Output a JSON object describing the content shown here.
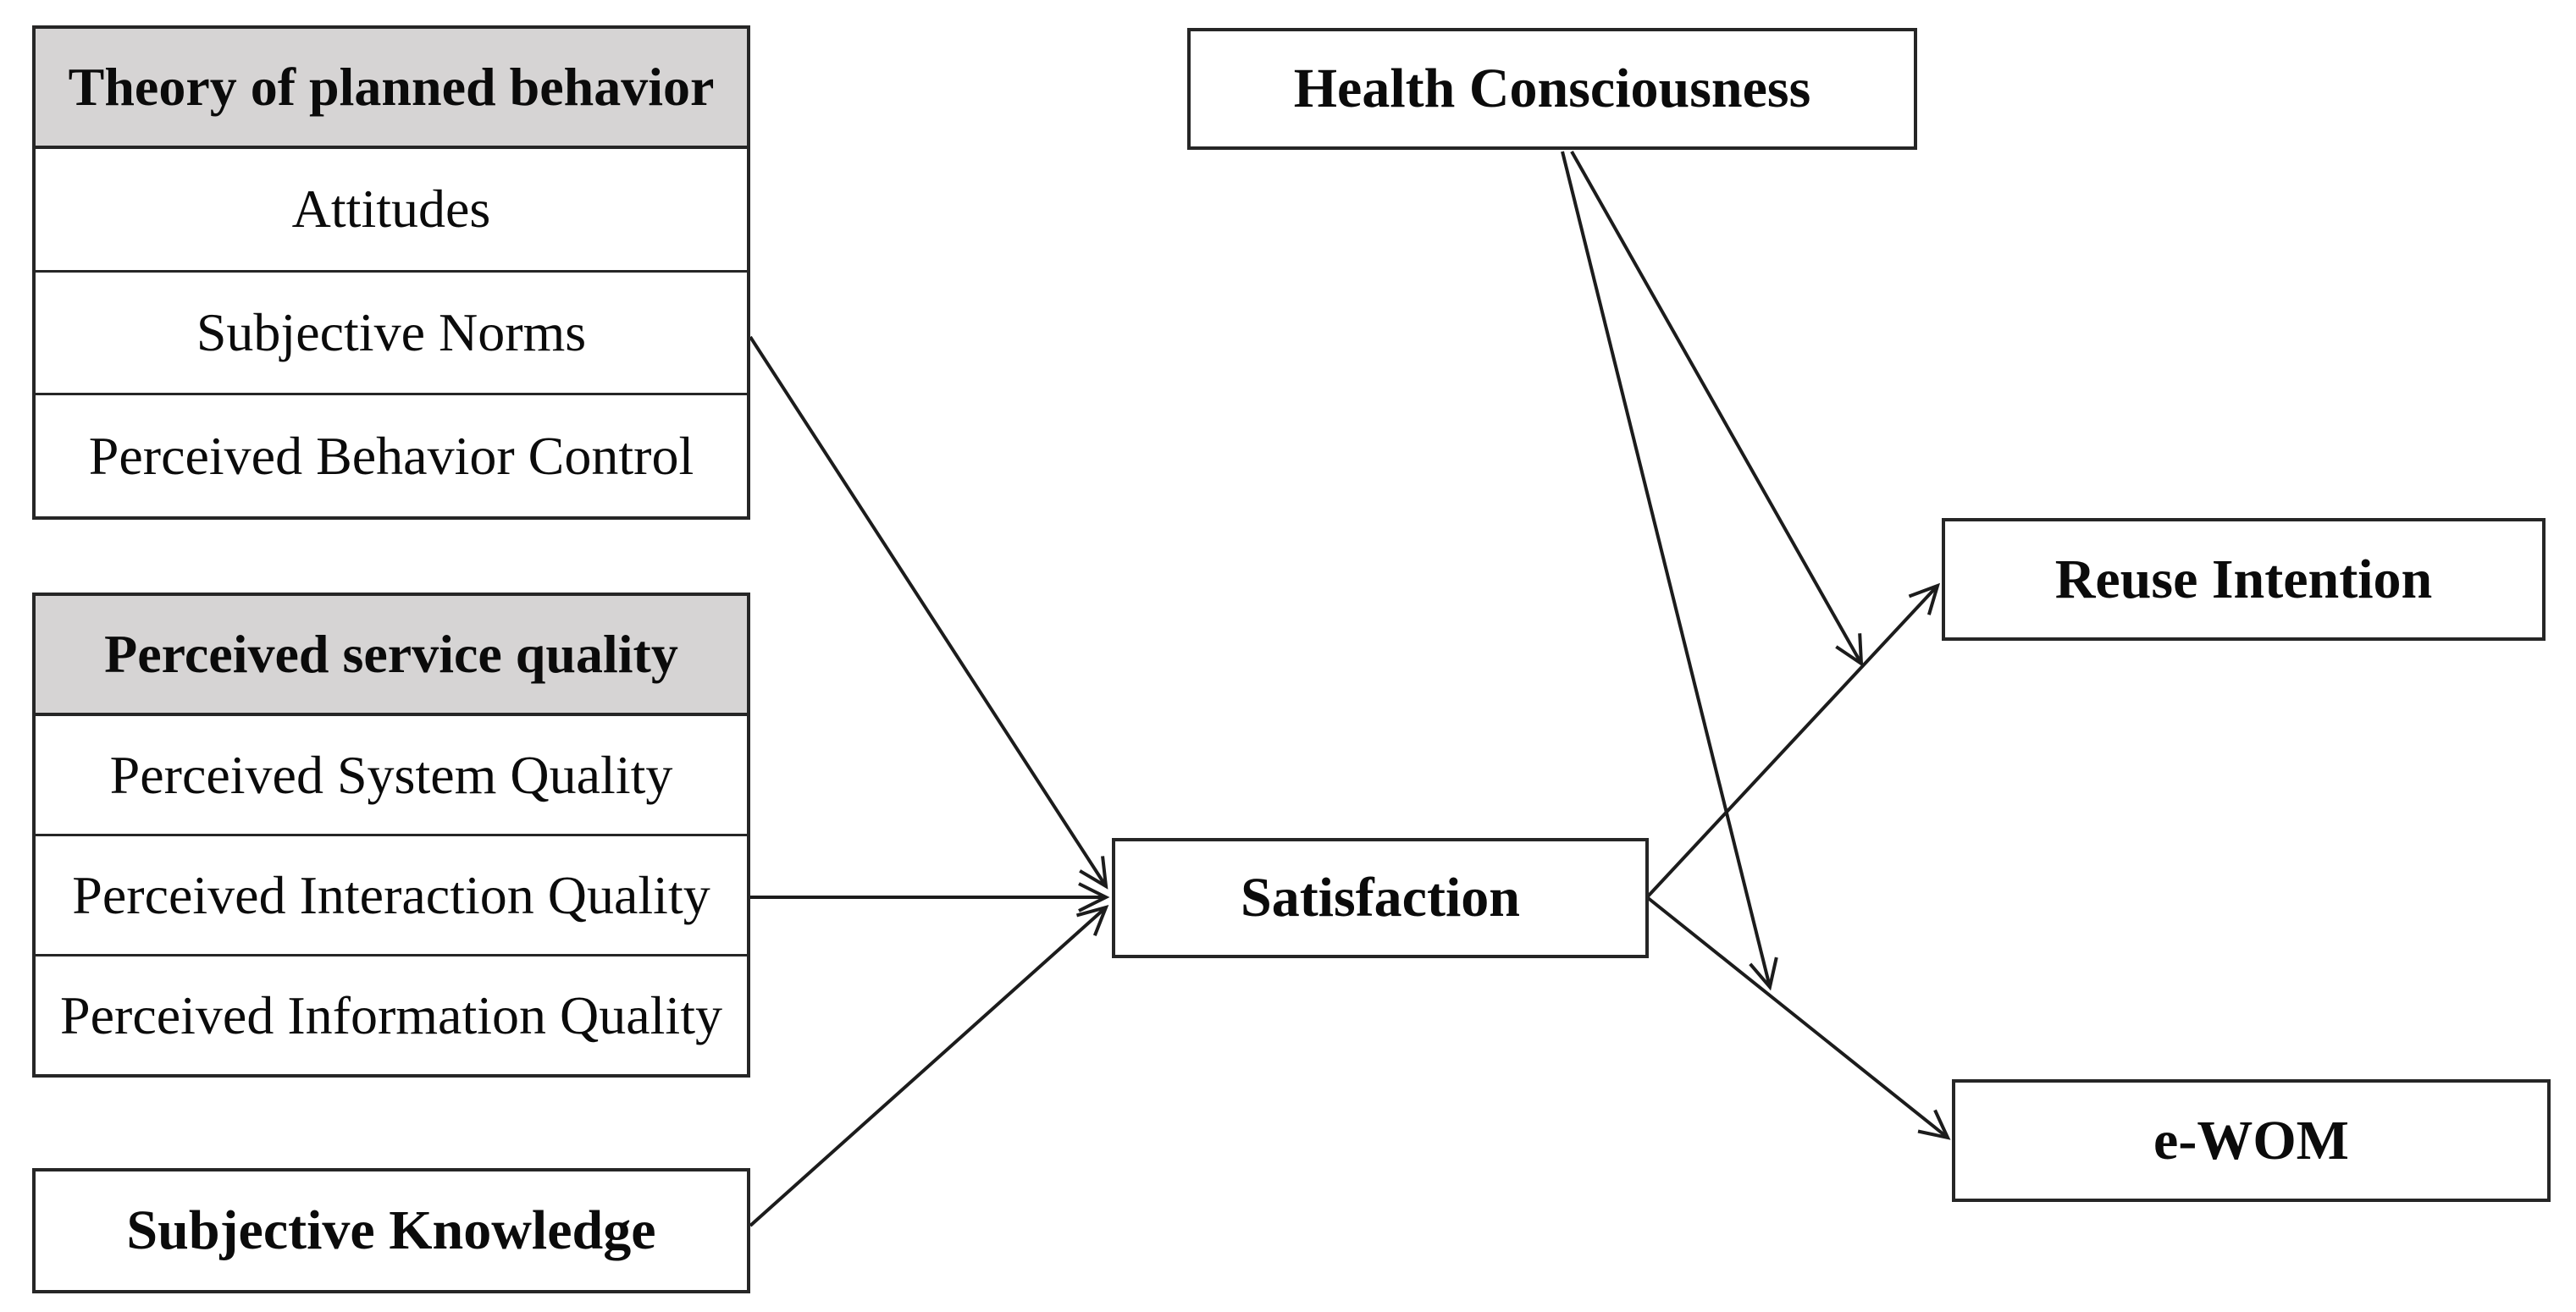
{
  "figure": {
    "background_color": "#ffffff",
    "ink_color": "#262626",
    "line_color": "#1c1c1c",
    "header_fill_color": "#d6d4d4"
  },
  "grouped_boxes": [
    {
      "header": "Theory of planned behavior",
      "rows": [
        "Attitudes",
        "Subjective Norms",
        "Perceived Behavior Control"
      ]
    },
    {
      "header": "Perceived service quality",
      "rows": [
        "Perceived System Quality",
        "Perceived Interaction Quality",
        "Perceived Information Quality"
      ]
    }
  ],
  "boxes": {
    "subjective_knowledge": "Subjective Knowledge",
    "health_consciousness": "Health Consciousness",
    "satisfaction": "Satisfaction",
    "reuse_intention": "Reuse Intention",
    "ewom": "e-WOM"
  },
  "arrows": [
    {
      "from": "Subjective Norms",
      "to": "Satisfaction"
    },
    {
      "from": "Perceived Interaction Quality",
      "to": "Satisfaction"
    },
    {
      "from": "Subjective Knowledge",
      "to": "Satisfaction"
    },
    {
      "from": "Satisfaction",
      "to": "Reuse Intention"
    },
    {
      "from": "Satisfaction",
      "to": "e-WOM"
    },
    {
      "from": "Health Consciousness",
      "to": "path Satisfaction to Reuse Intention"
    },
    {
      "from": "Health Consciousness",
      "to": "path Satisfaction to e-WOM"
    }
  ]
}
